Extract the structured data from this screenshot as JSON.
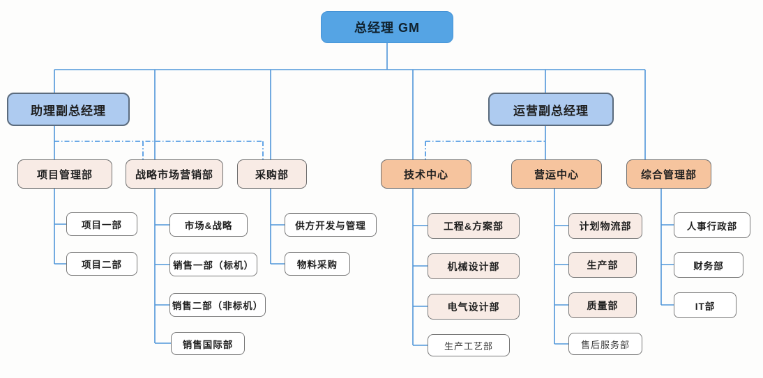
{
  "diagram": {
    "type": "org-chart",
    "root": {
      "label": "总经理 GM"
    },
    "vice": [
      {
        "label": "助理副总经理"
      },
      {
        "label": "运营副总经理"
      }
    ],
    "departments": [
      {
        "label": "项目管理部",
        "children": [
          "项目一部",
          "项目二部"
        ]
      },
      {
        "label": "战略市场营销部",
        "children": [
          "市场&战略",
          "销售一部（标机）",
          "销售二部（非标机）",
          "销售国际部"
        ]
      },
      {
        "label": "采购部",
        "children": [
          "供方开发与管理",
          "物料采购"
        ]
      },
      {
        "label": "技术中心",
        "children": [
          "工程&方案部",
          "机械设计部",
          "电气设计部",
          "生产工艺部"
        ]
      },
      {
        "label": "营运中心",
        "children": [
          "计划物流部",
          "生产部",
          "质量部",
          "售后服务部"
        ]
      },
      {
        "label": "综合管理部",
        "children": [
          "人事行政部",
          "财务部",
          "IT部"
        ]
      }
    ],
    "colors": {
      "root_fill": "#55a4e4",
      "vice_fill": "#aecbf0",
      "dept_light_fill": "#f8ebe5",
      "dept_accent_fill": "#f6c49e",
      "child_fill": "#ffffff",
      "connector": "#4f96d9",
      "dashed_connector": "#3d8fe0",
      "border_gray": "#6f6f6f",
      "text": "#1f1f1f"
    }
  }
}
